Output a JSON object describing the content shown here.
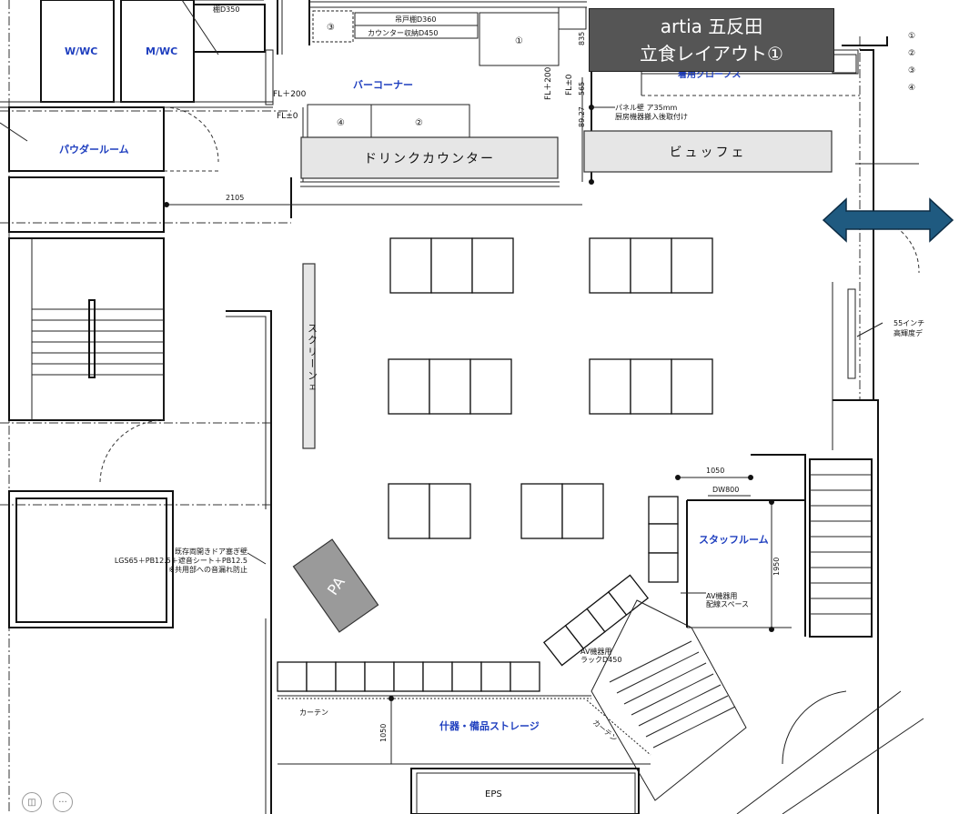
{
  "title": {
    "line1": "artia 五反田",
    "line2": "立食レイアウト①"
  },
  "rooms": {
    "w_wc": "W/WC",
    "m_wc": "M/WC",
    "powder_room": "パウダールーム",
    "bar_corner": "バーコーナー",
    "staff_room": "スタッフルーム",
    "storage": "什器・備品ストレージ",
    "eps": "EPS"
  },
  "counters": {
    "drink_counter": "ドリンクカウンター",
    "buffet": "ビュッフェ",
    "pa": "PA",
    "screen": "スクリーン",
    "screen_tail": "ェ"
  },
  "annotations": {
    "shelf_d350": "棚D350",
    "hanging_shelf": "吊戸棚D360",
    "counter_storage": "カウンター収納D450",
    "fl_plus_200_a": "FL＋200",
    "fl_zero_a": "FL±0",
    "fl_plus_200_b": "FL＋200",
    "fl_zero_b": "FL±0",
    "panel_wall_1": "パネル壁 ア35mm",
    "panel_wall_2": "厨房機器搬入後取付け",
    "dim_835": "835",
    "dim_565": "565",
    "dim_8927": "89.27",
    "dim_2105": "2105",
    "dim_1050_top": "1050",
    "dim_dw800": "DW800",
    "dim_1950": "1950",
    "dim_1050_storage": "1050",
    "av_space_1": "AV機器用",
    "av_space_2": "配線スペース",
    "rack_1": "AV機器用",
    "rack_2": "ラックD450",
    "curtain_a": "カーテン",
    "curtain_b": "カーテン",
    "partition_1": "既存両開きドア塞ぎ壁",
    "partition_2": "LGS65＋PB12.5＋遮音シート＋PB12.5",
    "partition_3": "※共用部への音漏れ防止",
    "display_1": "55インチ",
    "display_2": "高輝度デ",
    "obscured_label": "着用グローブス"
  },
  "markers": {
    "m1": "①",
    "m2": "②",
    "m3": "③",
    "m4": "④"
  },
  "legend": [
    "①",
    "②",
    "③",
    "④"
  ],
  "controls": {
    "video_off_icon": "◫",
    "more_icon": "···"
  },
  "colors": {
    "label_blue": "#1f3fbf",
    "title_bg": "#555555",
    "arrow_fill": "#1f5a80",
    "counter_fill": "#e6e6e6",
    "pa_fill": "#9a9a9a"
  }
}
